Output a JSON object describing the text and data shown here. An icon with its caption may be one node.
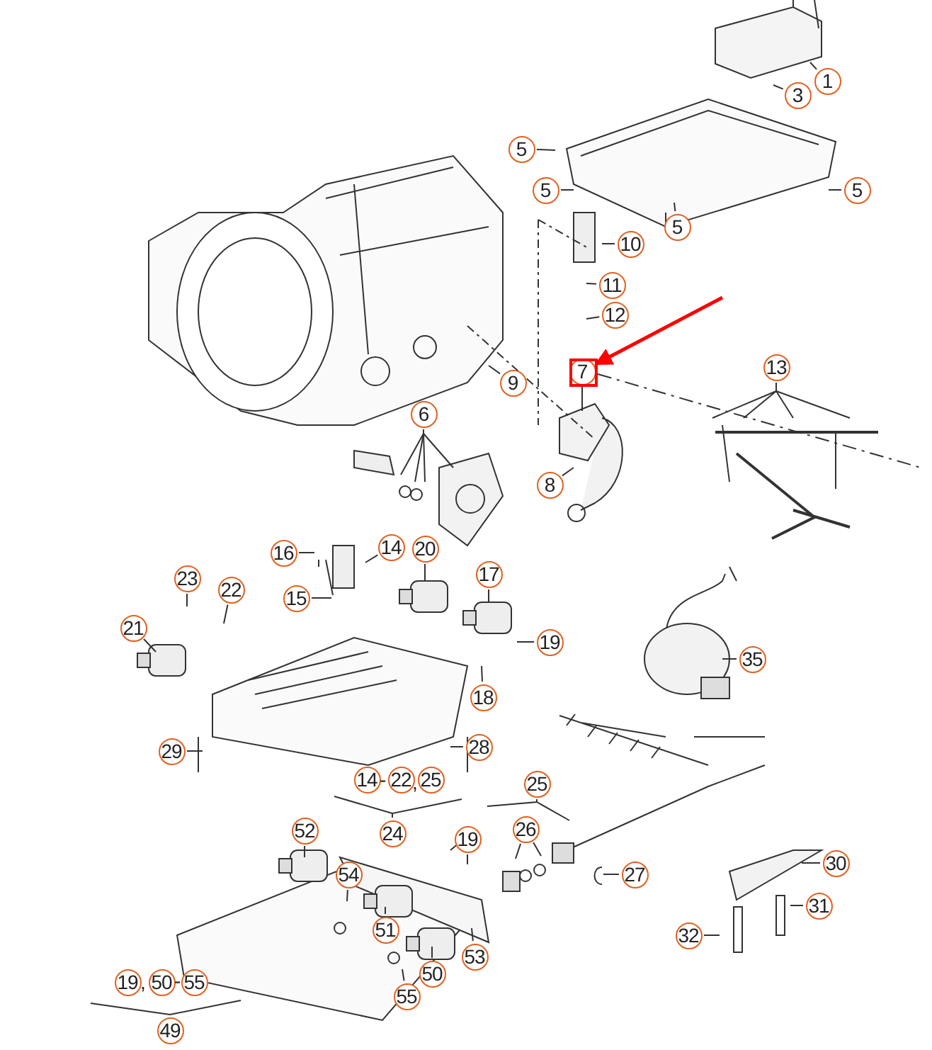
{
  "diagram": {
    "nodes": [
      {
        "text": [
          "1"
        ]
      },
      {
        "text": [
          "3"
        ]
      },
      {
        "text": [
          "5"
        ]
      },
      {
        "text": [
          "5"
        ]
      },
      {
        "text": [
          "5"
        ]
      },
      {
        "text": [
          "5"
        ]
      },
      {
        "text": [
          "10"
        ]
      },
      {
        "text": [
          "11"
        ]
      },
      {
        "text": [
          "12"
        ]
      },
      {
        "text": [
          "13"
        ]
      },
      {
        "text": [
          "7"
        ]
      },
      {
        "text": [
          "9"
        ]
      },
      {
        "text": [
          "6"
        ]
      },
      {
        "text": [
          "8"
        ]
      },
      {
        "text": [
          "14"
        ]
      },
      {
        "text": [
          "20"
        ]
      },
      {
        "text": [
          "16"
        ]
      },
      {
        "text": [
          "17"
        ]
      },
      {
        "text": [
          "23"
        ]
      },
      {
        "text": [
          "22"
        ]
      },
      {
        "text": [
          "15"
        ]
      },
      {
        "text": [
          "21"
        ]
      },
      {
        "text": [
          "19"
        ]
      },
      {
        "text": [
          "35"
        ]
      },
      {
        "text": [
          "18"
        ]
      },
      {
        "text": [
          "28"
        ]
      },
      {
        "text": [
          "29"
        ]
      },
      {
        "text": [
          "14"
        ]
      },
      {
        "text": [
          "22"
        ]
      },
      {
        "text": [
          "25"
        ]
      },
      {
        "text": [
          "25"
        ]
      },
      {
        "text": [
          "24"
        ]
      },
      {
        "text": [
          "26"
        ]
      },
      {
        "text": [
          "52"
        ]
      },
      {
        "text": [
          "19"
        ]
      },
      {
        "text": [
          "30"
        ]
      },
      {
        "text": [
          "27"
        ]
      },
      {
        "text": [
          "54"
        ]
      },
      {
        "text": [
          "31"
        ]
      },
      {
        "text": [
          "51"
        ]
      },
      {
        "text": [
          "32"
        ]
      },
      {
        "text": [
          "53"
        ]
      },
      {
        "text": [
          "50"
        ]
      },
      {
        "text": [
          "19"
        ]
      },
      {
        "text": [
          "50"
        ]
      },
      {
        "text": [
          "55"
        ]
      },
      {
        "text": [
          "55"
        ]
      },
      {
        "text": [
          "49"
        ]
      }
    ],
    "edges": [
      {
        "from": 0,
        "to": null,
        "arrow": "none"
      },
      {
        "from": 1,
        "to": null,
        "arrow": "none"
      },
      {
        "from": 2,
        "to": null,
        "arrow": "none"
      },
      {
        "from": 3,
        "to": null,
        "arrow": "none"
      },
      {
        "from": 4,
        "to": null,
        "arrow": "none"
      },
      {
        "from": 5,
        "to": null,
        "arrow": "none"
      },
      {
        "from": 6,
        "to": null,
        "arrow": "none"
      },
      {
        "from": 7,
        "to": null,
        "arrow": "none"
      },
      {
        "from": 8,
        "to": null,
        "arrow": "none"
      },
      {
        "from": 9,
        "to": null,
        "arrow": "none"
      },
      {
        "from": 9,
        "to": null,
        "arrow": "none"
      },
      {
        "from": 9,
        "to": null,
        "arrow": "none"
      },
      {
        "from": 9,
        "to": null,
        "arrow": "none"
      },
      {
        "from": 10,
        "to": null,
        "arrow": "none"
      },
      {
        "from": 11,
        "to": null,
        "arrow": "none"
      },
      {
        "from": 12,
        "to": null,
        "arrow": "none"
      },
      {
        "from": 12,
        "to": null,
        "arrow": "none"
      },
      {
        "from": 12,
        "to": null,
        "arrow": "none"
      },
      {
        "from": 12,
        "to": null,
        "arrow": "none"
      },
      {
        "from": 13,
        "to": null,
        "arrow": "none"
      },
      {
        "from": 14,
        "to": null,
        "arrow": "none"
      },
      {
        "from": 15,
        "to": null,
        "arrow": "none"
      },
      {
        "from": 16,
        "to": null,
        "arrow": "none"
      },
      {
        "from": 17,
        "to": null,
        "arrow": "none"
      },
      {
        "from": 18,
        "to": null,
        "arrow": "none"
      },
      {
        "from": 19,
        "to": null,
        "arrow": "none"
      },
      {
        "from": 20,
        "to": null,
        "arrow": "none"
      },
      {
        "from": 21,
        "to": null,
        "arrow": "none"
      },
      {
        "from": 22,
        "to": null,
        "arrow": "none"
      },
      {
        "from": 23,
        "to": null,
        "arrow": "none"
      },
      {
        "from": 24,
        "to": null,
        "arrow": "none"
      },
      {
        "from": 25,
        "to": null,
        "arrow": "none"
      },
      {
        "from": 26,
        "to": null,
        "arrow": "none"
      },
      {
        "from": 31,
        "to": null,
        "arrow": "none"
      },
      {
        "from": 31,
        "to": null,
        "arrow": "none"
      },
      {
        "from": 30,
        "to": null,
        "arrow": "none"
      },
      {
        "from": 30,
        "to": null,
        "arrow": "none"
      },
      {
        "from": 32,
        "to": null,
        "arrow": "none"
      },
      {
        "from": 32,
        "to": null,
        "arrow": "none"
      },
      {
        "from": 33,
        "to": null,
        "arrow": "none"
      },
      {
        "from": 34,
        "to": null,
        "arrow": "none"
      },
      {
        "from": 35,
        "to": null,
        "arrow": "none"
      },
      {
        "from": 36,
        "to": null,
        "arrow": "none"
      },
      {
        "from": 37,
        "to": null,
        "arrow": "none"
      },
      {
        "from": 38,
        "to": null,
        "arrow": "none"
      },
      {
        "from": 39,
        "to": null,
        "arrow": "none"
      },
      {
        "from": 40,
        "to": null,
        "arrow": "none"
      },
      {
        "from": 41,
        "to": null,
        "arrow": "none"
      },
      {
        "from": 42,
        "to": null,
        "arrow": "none"
      },
      {
        "from": 46,
        "to": null,
        "arrow": "none"
      },
      {
        "from": 47,
        "to": null,
        "arrow": "none"
      },
      {
        "from": 47,
        "to": null,
        "arrow": "none"
      },
      {
        "from": null,
        "to": 10,
        "arrow": "to",
        "style": "thick",
        "color": "#ff0000"
      }
    ],
    "labels": [
      "-",
      ",",
      ",",
      "-"
    ]
  }
}
